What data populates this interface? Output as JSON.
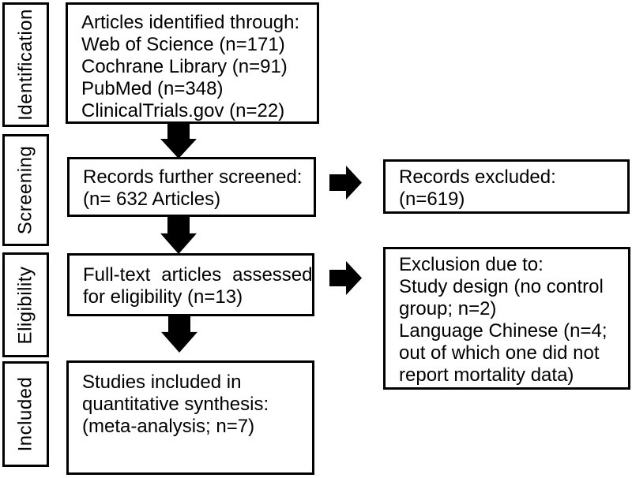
{
  "figure": {
    "type": "prisma-flow-diagram",
    "colors": {
      "ink": "#000000",
      "paper": "#ffffff"
    }
  },
  "stages": [
    {
      "label": "Identification"
    },
    {
      "label": "Screening"
    },
    {
      "label": "Eligibility"
    },
    {
      "label": "Included"
    }
  ],
  "boxes": {
    "identified": {
      "lines": [
        "Articles identified through:",
        "Web of Science (n=171)",
        "Cochrane Library (n=91)",
        "PubMed (n=348)",
        "ClinicalTrials.gov (n=22)"
      ]
    },
    "screened": {
      "lines": [
        "Records further screened:",
        "(n= 632 Articles)"
      ]
    },
    "records_excluded": {
      "lines": [
        "Records excluded:",
        "(n=619)"
      ]
    },
    "fulltext": {
      "lines": [
        "Full-text articles assessed",
        "for eligibility (n=13)"
      ]
    },
    "exclusion_reasons": {
      "lines": [
        "Exclusion due to:",
        "Study design (no control",
        "group; n=2)",
        "Language Chinese (n=4;",
        "out of which one did not",
        "report mortality data)"
      ]
    },
    "included_studies": {
      "lines": [
        "Studies included in",
        "quantitative synthesis:",
        "(meta-analysis; n=7)"
      ]
    }
  }
}
